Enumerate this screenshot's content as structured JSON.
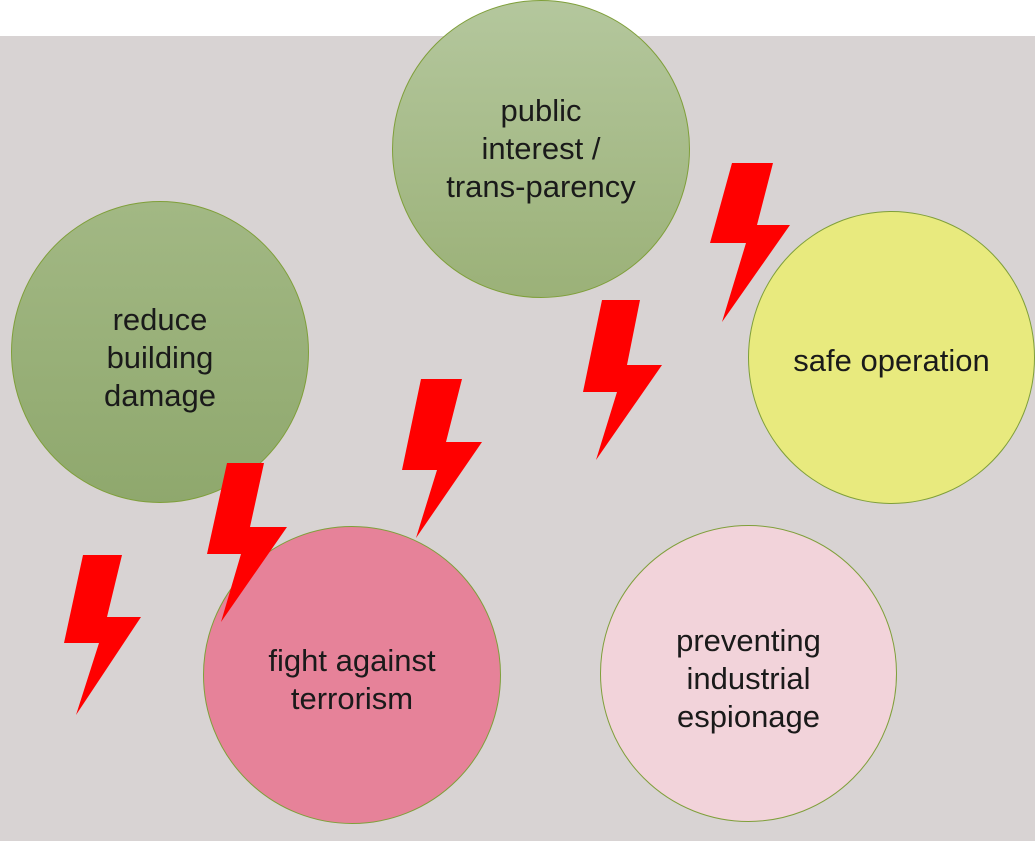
{
  "nodes": [
    {
      "id": "public",
      "label": "public interest / trans-parency"
    },
    {
      "id": "reduce",
      "label": "reduce building damage"
    },
    {
      "id": "safe",
      "label": "safe operation"
    },
    {
      "id": "fight",
      "label": "fight against terrorism"
    },
    {
      "id": "prevent",
      "label": "preventing industrial espionage"
    }
  ],
  "colors": {
    "background": "#d8d3d3",
    "public": "#a8bd8c",
    "reduce": "#98af76",
    "safe": "#e8ea7e",
    "fight": "#e68299",
    "prevent": "#f2d3da",
    "conflict_bolt": "#ff0000"
  },
  "conflict_icon": "lightning-bolt-icon"
}
